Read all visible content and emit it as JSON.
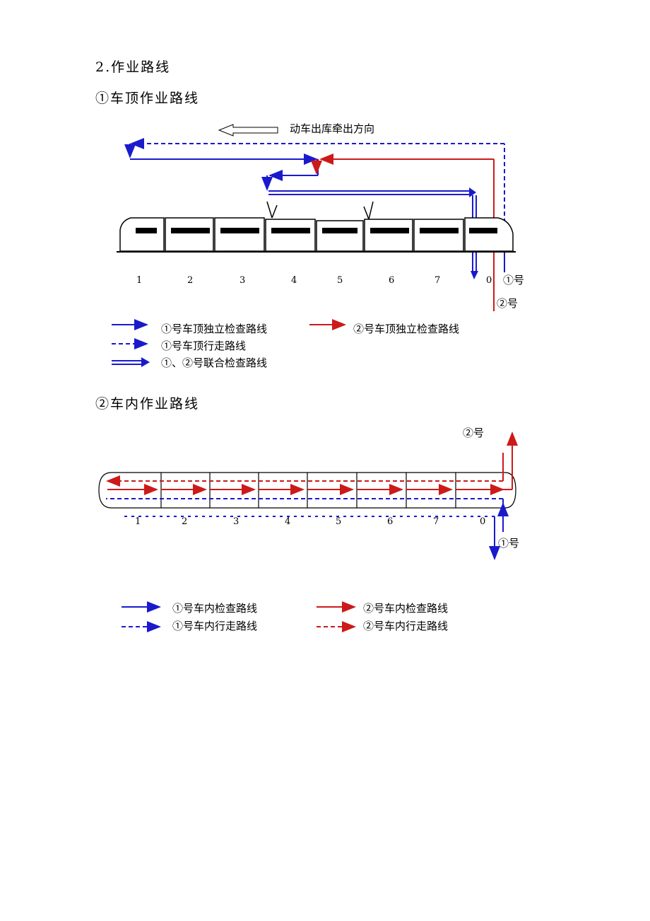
{
  "document": {
    "section_title": "2.作业路线",
    "roof": {
      "title": "①车顶作业路线",
      "direction_label": "动车出库牵出方向",
      "car_numbers": [
        "1",
        "2",
        "3",
        "4",
        "5",
        "6",
        "7",
        "0"
      ],
      "worker1_label": "①号",
      "worker2_label": "②号",
      "legend": [
        {
          "label": "①号车顶独立检查路线",
          "color": "#1a1acc",
          "style": "solid"
        },
        {
          "label": "②号车顶独立检查路线",
          "color": "#cc1a1a",
          "style": "solid"
        },
        {
          "label": "①号车顶行走路线",
          "color": "#1a1acc",
          "style": "dashed"
        },
        {
          "label": "①、②号联合检查路线",
          "color": "#1a1acc",
          "style": "double"
        }
      ]
    },
    "interior": {
      "title": "②车内作业路线",
      "car_numbers": [
        "1",
        "2",
        "3",
        "4",
        "5",
        "6",
        "7",
        "0"
      ],
      "worker1_label": "①号",
      "worker2_label": "②号",
      "legend": [
        {
          "label": "①号车内检查路线",
          "color": "#1a1acc",
          "style": "solid"
        },
        {
          "label": "②号车内检查路线",
          "color": "#cc1a1a",
          "style": "solid"
        },
        {
          "label": "①号车内行走路线",
          "color": "#1a1acc",
          "style": "dashed"
        },
        {
          "label": "②号车内行走路线",
          "color": "#cc1a1a",
          "style": "dashed"
        }
      ]
    }
  }
}
